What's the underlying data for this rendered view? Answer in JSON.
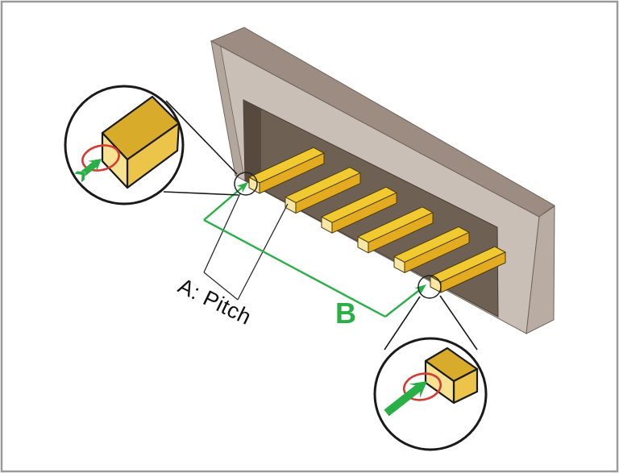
{
  "labels": {
    "pitch_label": "A: Pitch",
    "span_label": "B"
  },
  "pins": {
    "count": 6
  },
  "colors": {
    "housing_front": "#c9bfb7",
    "housing_top": "#9c8c81",
    "housing_side": "#b9ada3",
    "housing_left": "#b3a79d",
    "housing_stroke": "#6f655c",
    "cavity": "#6e6053",
    "cavity_wall": "#57493d",
    "pin_top": "#f1c930",
    "pin_side": "#e2ab20",
    "pin_tip": "#f7e6a4",
    "pin_outline": "#4a3b08",
    "gold_top": "#d9ab2b",
    "gold_front": "#ecc44a",
    "gold_pale": "#f7e291",
    "accent_green": "#28af46",
    "accent_red": "#d63a32",
    "ink": "#1a1a1a",
    "border_gray": "#9a9a9a"
  }
}
